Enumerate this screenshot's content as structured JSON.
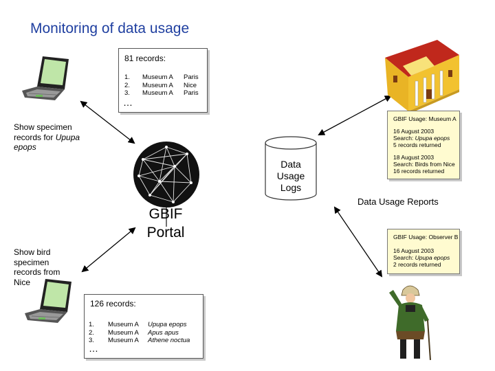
{
  "title": "Monitoring of data usage",
  "top_results": {
    "header": "81 records:",
    "rows": [
      {
        "num": "1.",
        "museum": "Museum A",
        "place": "Paris"
      },
      {
        "num": "2.",
        "museum": "Museum A",
        "place": "Nice"
      },
      {
        "num": "3.",
        "museum": "Museum A",
        "place": "Paris"
      }
    ],
    "ellipsis": "…"
  },
  "bottom_results": {
    "header": "126 records:",
    "rows": [
      {
        "num": "1.",
        "museum": "Museum A",
        "species": "Upupa epops"
      },
      {
        "num": "2.",
        "museum": "Museum A",
        "species": "Apus apus"
      },
      {
        "num": "3.",
        "museum": "Museum A",
        "species": "Athene noctua"
      }
    ],
    "ellipsis": "…"
  },
  "query_top": {
    "text": "Show specimen records for ",
    "species": "Upupa epops"
  },
  "query_bottom": {
    "text": "Show bird specimen records from Nice"
  },
  "portal": {
    "line1": "GBIF",
    "line2": "Portal"
  },
  "logs": {
    "line1": "Data",
    "line2": "Usage",
    "line3": "Logs"
  },
  "reports_label": "Data Usage Reports",
  "report_museum": {
    "header": "GBIF Usage: Museum A",
    "entries": [
      {
        "date": "16 August 2003",
        "search_label": "Search: ",
        "search": "Upupa epops",
        "returned": "5 records returned",
        "italic": true
      },
      {
        "date": "18 August 2003",
        "search_label": "Search: ",
        "search": "Birds from Nice",
        "returned": "16 records returned",
        "italic": false
      }
    ]
  },
  "report_observer": {
    "header": "GBIF Usage: Observer B",
    "entries": [
      {
        "date": "16 August 2003",
        "search_label": "Search: ",
        "search": "Upupa epops",
        "returned": "2 records returned",
        "italic": true
      }
    ]
  },
  "icons": [
    "laptop-icon",
    "museum-building-icon",
    "network-globe-icon",
    "database-cylinder-icon",
    "birdwatcher-icon"
  ],
  "colors": {
    "title": "#1f3fa0",
    "note_fill": "#fffbd0",
    "museum_roof": "#c0281c",
    "museum_wall": "#f2c230",
    "laptop_screen": "#bfe6a8"
  }
}
